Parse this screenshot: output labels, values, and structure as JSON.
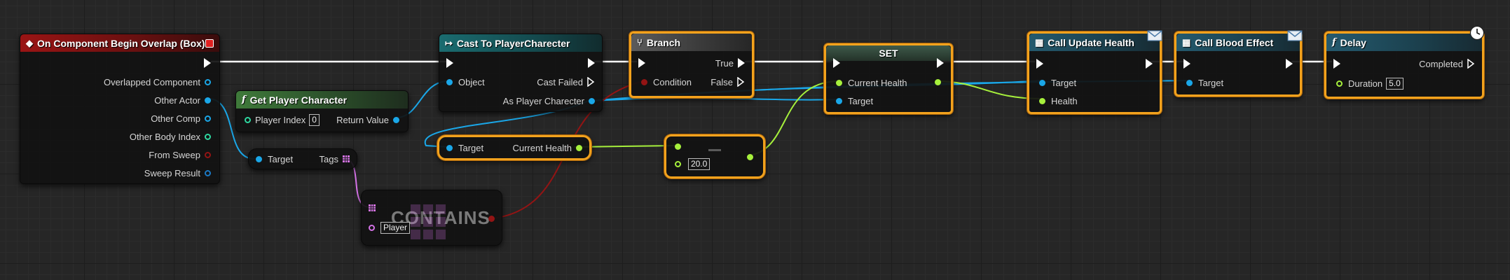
{
  "nodes": {
    "overlap_event": {
      "title": "On Component Begin Overlap (Box)",
      "outputs": [
        "Overlapped Component",
        "Other Actor",
        "Other Comp",
        "Other Body Index",
        "From Sweep",
        "Sweep Result"
      ]
    },
    "get_player_character": {
      "title": "Get Player Character",
      "input_label": "Player Index",
      "input_value": "0",
      "output_label": "Return Value"
    },
    "get_tags": {
      "input_label": "Target",
      "output_label": "Tags"
    },
    "contains": {
      "title": "CONTAINS",
      "input_value": "Player"
    },
    "cast": {
      "title": "Cast To PlayerCharecter",
      "input_label": "Object",
      "cast_failed_label": "Cast Failed",
      "output_label": "As Player Charecter"
    },
    "branch": {
      "title": "Branch",
      "input_label": "Condition",
      "true_label": "True",
      "false_label": "False"
    },
    "get_current_health": {
      "input_label": "Target",
      "output_label": "Current Health"
    },
    "subtract": {
      "input_value": "20.0"
    },
    "set": {
      "title": "SET",
      "value_label": "Current Health",
      "target_label": "Target"
    },
    "update_health": {
      "title": "Call Update Health",
      "target_label": "Target",
      "health_label": "Health"
    },
    "blood_effect": {
      "title": "Call Blood Effect",
      "target_label": "Target"
    },
    "delay": {
      "title": "Delay",
      "completed_label": "Completed",
      "duration_label": "Duration",
      "duration_value": "5.0"
    }
  },
  "colors": {
    "exec": "#ffffff",
    "object": "#1aa7e8",
    "float": "#a6f03c",
    "bool": "#931414",
    "struct": "#1b79c4",
    "int": "#2ed8a0",
    "array": "#d472e6",
    "selection": "#f2a21d"
  },
  "icons": {
    "event": "event-diamond-icon",
    "function": "function-icon",
    "cast": "cast-arrow-icon",
    "branch": "branch-icon",
    "message": "envelope-icon",
    "latent": "clock-icon"
  }
}
